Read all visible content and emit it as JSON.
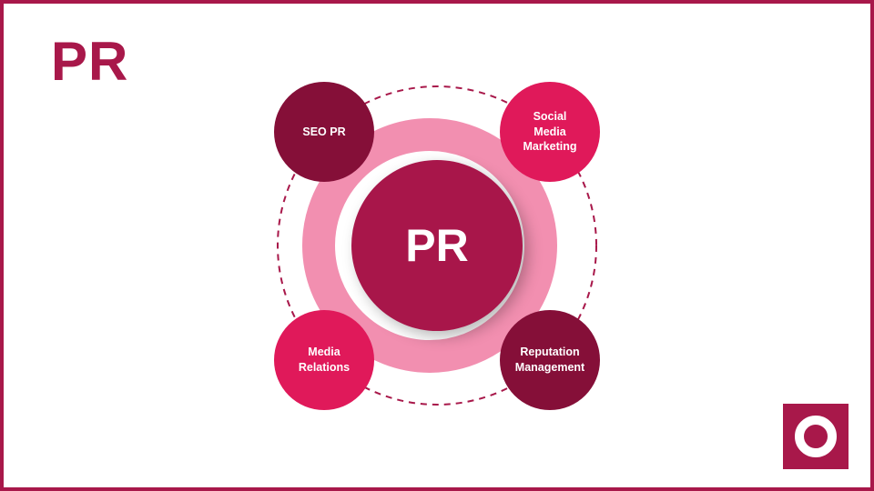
{
  "page": {
    "title": "PR"
  },
  "diagram": {
    "center": {
      "label": "PR",
      "color": "#a8164a"
    },
    "satellites": [
      {
        "label": "SEO PR",
        "color": "#850f38"
      },
      {
        "label": "Social\nMedia\nMarketing",
        "color": "#e0195a"
      },
      {
        "label": "Media\nRelations",
        "color": "#e0195a"
      },
      {
        "label": "Reputation\nManagement",
        "color": "#850f38"
      }
    ],
    "ring_color": "#f28fb0",
    "dashed_orbit_color": "#a8184a"
  },
  "colors": {
    "brand": "#a8184a",
    "background": "#ffffff"
  },
  "logo": {
    "icon": "ring-icon"
  }
}
